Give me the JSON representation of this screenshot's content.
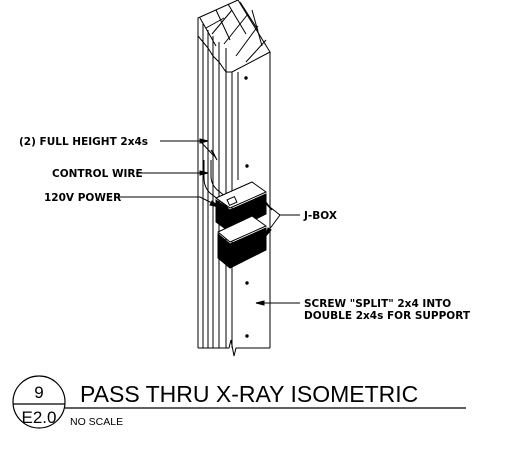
{
  "detail": {
    "number": "9",
    "sheet": "E2.0",
    "title": "PASS THRU X-RAY ISOMETRIC",
    "scale_note": "NO SCALE"
  },
  "callouts": {
    "studs": "(2) FULL HEIGHT 2x4s",
    "control_wire": "CONTROL WIRE",
    "power": "120V POWER",
    "jbox": "J-BOX",
    "screw_line1": "SCREW \"SPLIT\" 2x4 INTO",
    "screw_line2": "DOUBLE 2x4s FOR SUPPORT"
  }
}
